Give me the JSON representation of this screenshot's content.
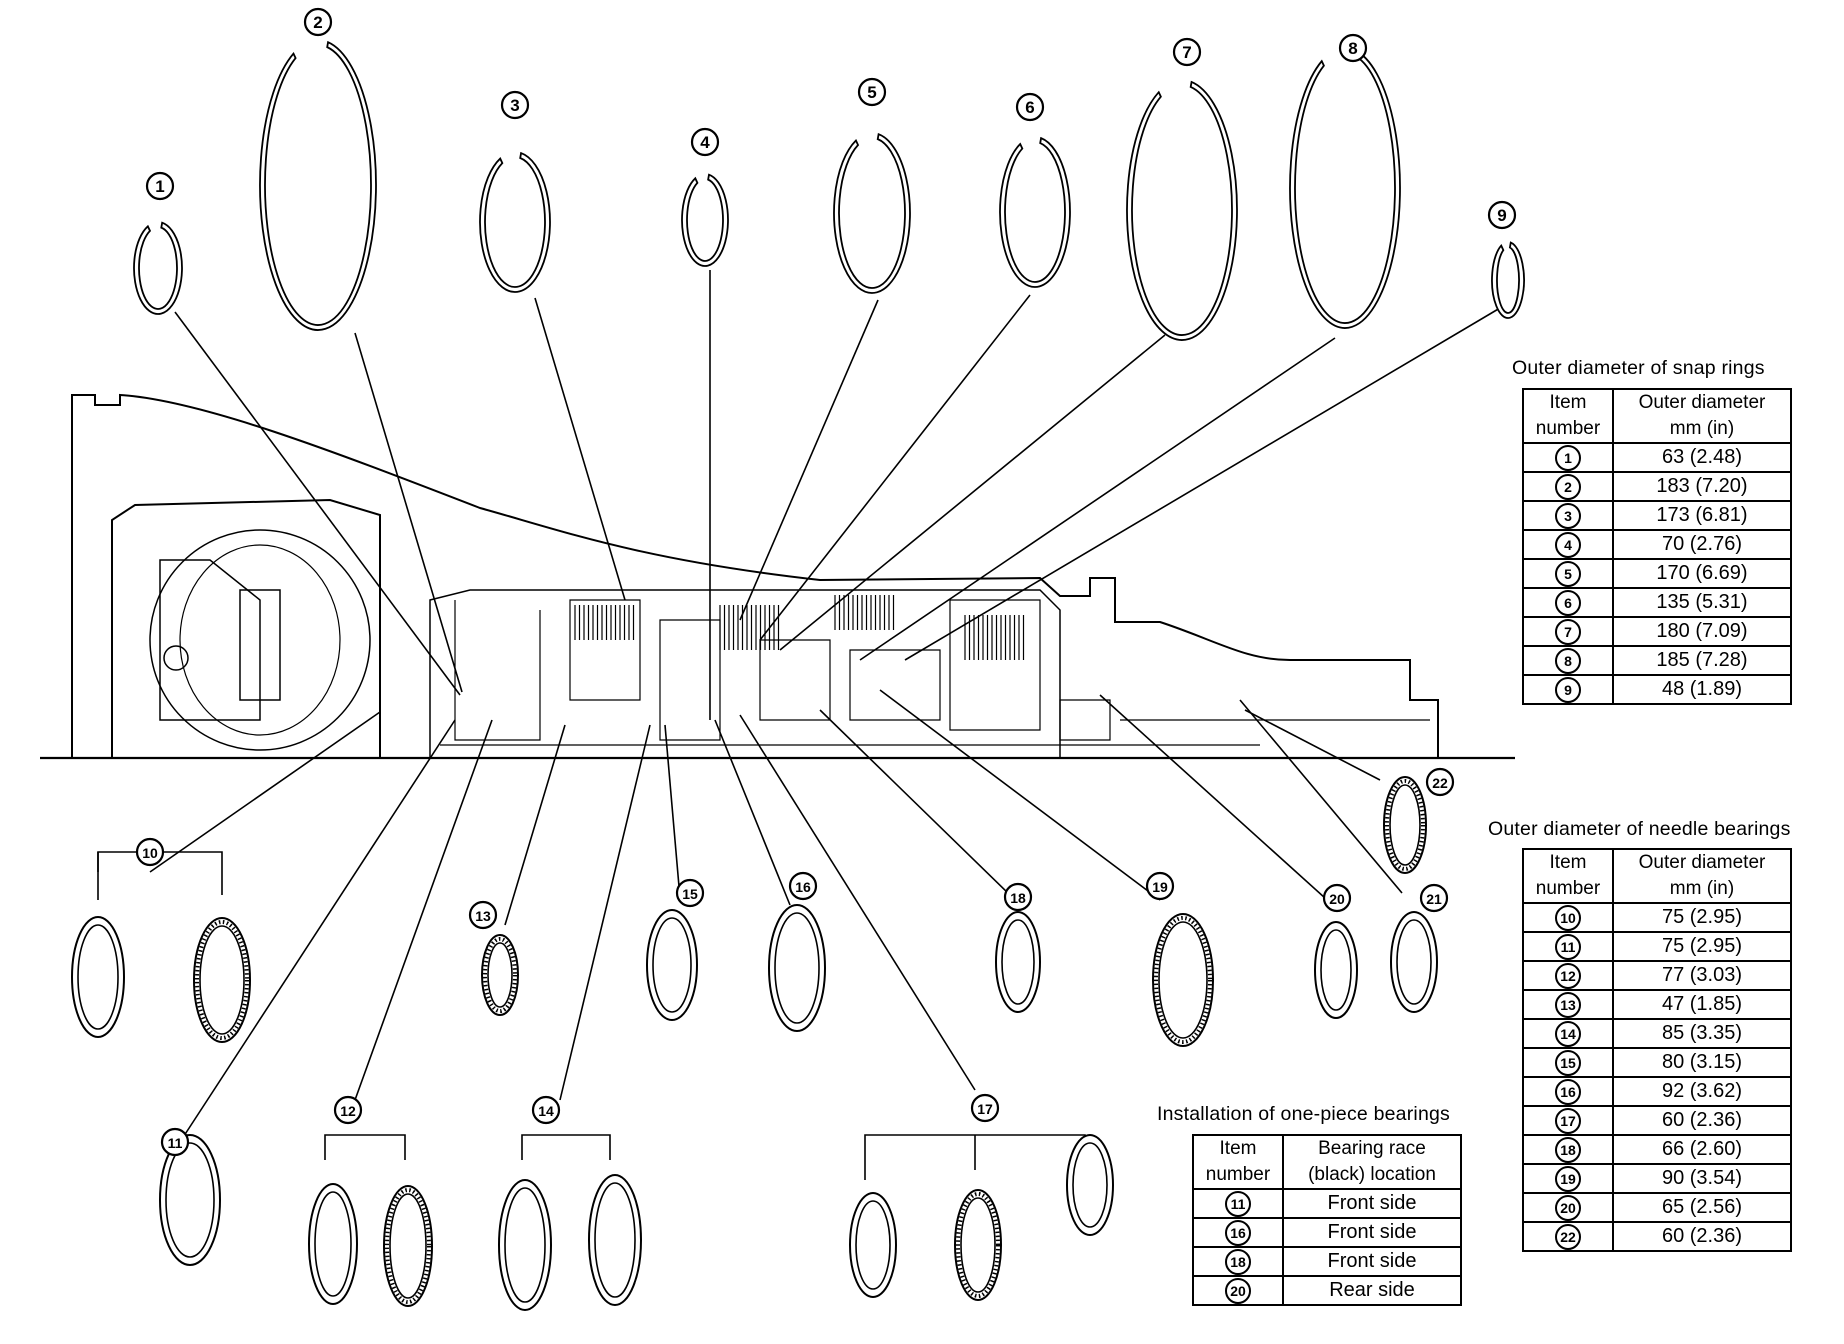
{
  "diagram": {
    "callouts": [
      {
        "id": "1",
        "label": "1"
      },
      {
        "id": "2",
        "label": "2"
      },
      {
        "id": "3",
        "label": "3"
      },
      {
        "id": "4",
        "label": "4"
      },
      {
        "id": "5",
        "label": "5"
      },
      {
        "id": "6",
        "label": "6"
      },
      {
        "id": "7",
        "label": "7"
      },
      {
        "id": "8",
        "label": "8"
      },
      {
        "id": "9",
        "label": "9"
      },
      {
        "id": "10",
        "label": "10"
      },
      {
        "id": "11",
        "label": "11"
      },
      {
        "id": "12",
        "label": "12"
      },
      {
        "id": "13",
        "label": "13"
      },
      {
        "id": "14",
        "label": "14"
      },
      {
        "id": "15",
        "label": "15"
      },
      {
        "id": "16",
        "label": "16"
      },
      {
        "id": "17",
        "label": "17"
      },
      {
        "id": "18",
        "label": "18"
      },
      {
        "id": "19",
        "label": "19"
      },
      {
        "id": "20",
        "label": "20"
      },
      {
        "id": "21",
        "label": "21"
      },
      {
        "id": "22",
        "label": "22"
      }
    ]
  },
  "snap_rings": {
    "caption": "Outer diameter of snap rings",
    "col_item": [
      "Item",
      "number"
    ],
    "col_value": [
      "Outer diameter",
      "mm (in)"
    ],
    "rows": [
      {
        "item": "1",
        "value": "63 (2.48)"
      },
      {
        "item": "2",
        "value": "183 (7.20)"
      },
      {
        "item": "3",
        "value": "173 (6.81)"
      },
      {
        "item": "4",
        "value": "70 (2.76)"
      },
      {
        "item": "5",
        "value": "170 (6.69)"
      },
      {
        "item": "6",
        "value": "135 (5.31)"
      },
      {
        "item": "7",
        "value": "180 (7.09)"
      },
      {
        "item": "8",
        "value": "185 (7.28)"
      },
      {
        "item": "9",
        "value": "48 (1.89)"
      }
    ]
  },
  "needle_bearings": {
    "caption": "Outer diameter of needle bearings",
    "col_item": [
      "Item",
      "number"
    ],
    "col_value": [
      "Outer diameter",
      "mm (in)"
    ],
    "rows": [
      {
        "item": "10",
        "value": "75 (2.95)"
      },
      {
        "item": "11",
        "value": "75 (2.95)"
      },
      {
        "item": "12",
        "value": "77 (3.03)"
      },
      {
        "item": "13",
        "value": "47 (1.85)"
      },
      {
        "item": "14",
        "value": "85 (3.35)"
      },
      {
        "item": "15",
        "value": "80 (3.15)"
      },
      {
        "item": "16",
        "value": "92 (3.62)"
      },
      {
        "item": "17",
        "value": "60 (2.36)"
      },
      {
        "item": "18",
        "value": "66 (2.60)"
      },
      {
        "item": "19",
        "value": "90 (3.54)"
      },
      {
        "item": "20",
        "value": "65 (2.56)"
      },
      {
        "item": "22",
        "value": "60 (2.36)"
      }
    ]
  },
  "one_piece": {
    "caption": "Installation of one-piece bearings",
    "col_item": [
      "Item",
      "number"
    ],
    "col_value": [
      "Bearing race",
      "(black) location"
    ],
    "rows": [
      {
        "item": "11",
        "value": "Front side"
      },
      {
        "item": "16",
        "value": "Front side"
      },
      {
        "item": "18",
        "value": "Front side"
      },
      {
        "item": "20",
        "value": "Rear side"
      }
    ]
  }
}
